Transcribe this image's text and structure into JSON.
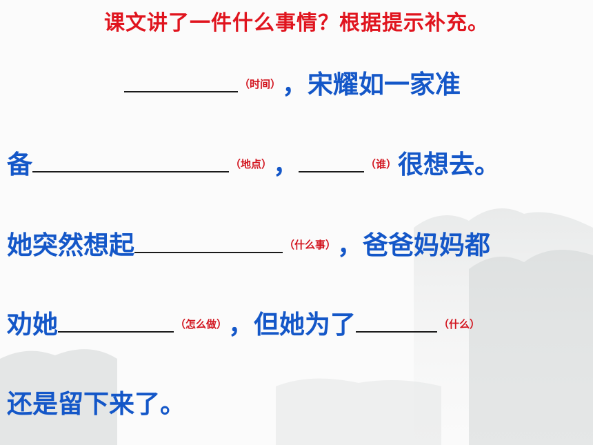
{
  "title": "课文讲了一件什么事情？根据提示补充。",
  "lines": [
    {
      "hint1": "（时间）",
      "text1": "，宋耀如一家准"
    },
    {
      "text1": "备",
      "hint1": "（地点）",
      "text2": "，",
      "hint2": "（谁）",
      "text3": "很想去。"
    },
    {
      "text1": "她突然想起",
      "hint1": "（什么事）",
      "text2": "，爸爸妈妈都"
    },
    {
      "text1": "劝她",
      "hint1": "（怎么做）",
      "text2": "，但她为了",
      "hint2": "（什么）"
    },
    {
      "text1": "还是留下来了。"
    }
  ],
  "colors": {
    "title": "#e0141e",
    "body_text": "#1457c8",
    "hint": "#d2141e",
    "blank_line": "#1a1a1a"
  }
}
